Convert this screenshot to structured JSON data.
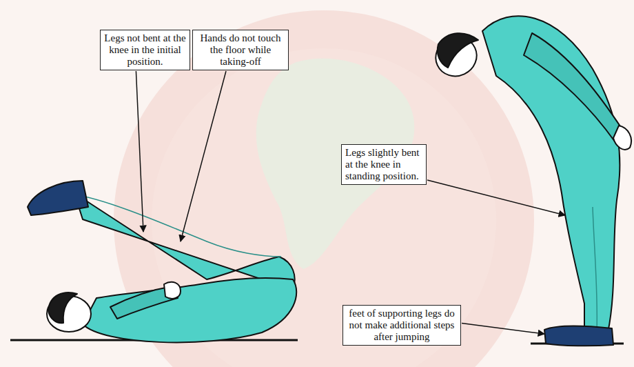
{
  "diagram": {
    "nodes": [
      {
        "text": [
          "Legs not bent at the knee in the initial position."
        ]
      },
      {
        "text": [
          "Hands do not touch the floor while taking-off"
        ]
      },
      {
        "text": [
          "Legs slightly bent at the knee in standing position."
        ]
      },
      {
        "text": [
          "feet of supporting legs do not make additional steps after jumping"
        ]
      }
    ]
  }
}
